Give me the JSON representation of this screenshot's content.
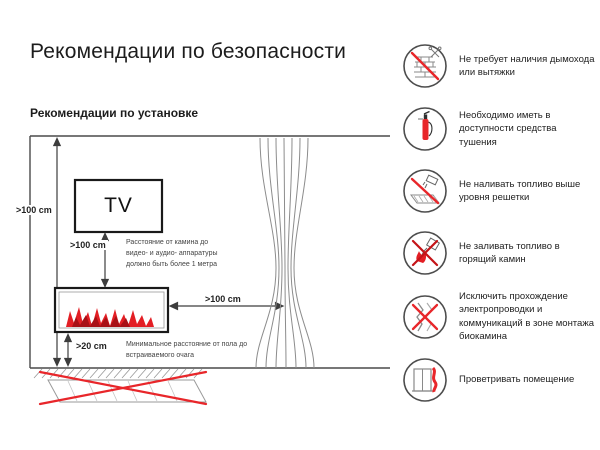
{
  "page": {
    "title": "Рекомендации по безопасности",
    "subtitle": "Рекомендации по установке"
  },
  "diagram": {
    "tv_label": "TV",
    "wall_distance": ">100 cm",
    "tv_distance": ">100 cm",
    "tv_distance_note": "Расстояние от камина до видео- и аудио- аппаратуры должно быть более 1 метра",
    "curtain_distance": ">100 cm",
    "floor_distance": ">20 cm",
    "floor_distance_note": "Минимальное расстояние от пола до встраиваемого очага"
  },
  "recommendations": [
    {
      "icon": "no-chimney-icon",
      "text": "Не требует наличия дымохода или вытяжки"
    },
    {
      "icon": "fire-extinguisher-icon",
      "text": "Необходимо иметь в доступности средства тушения"
    },
    {
      "icon": "no-fuel-above-grate-icon",
      "text": "Не наливать топливо выше уровня решетки"
    },
    {
      "icon": "no-fuel-into-burning-icon",
      "text": "Не заливать топливо в горящий камин"
    },
    {
      "icon": "no-wiring-icon",
      "text": "Исключить прохождение электропроводки и коммуникаций в зоне монтажа биокамина"
    },
    {
      "icon": "ventilate-room-icon",
      "text": "Проветривать помещение"
    }
  ],
  "colors": {
    "accent_red": "#e8262a",
    "text_dark": "#1a1a1a",
    "line_gray": "#4a4a4a"
  }
}
